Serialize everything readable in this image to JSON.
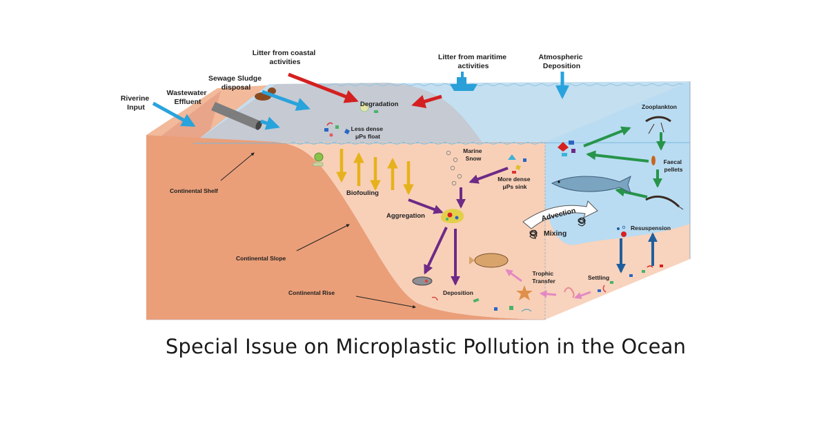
{
  "caption": "Special Issue on Microplastic Pollution in the Ocean",
  "diagram": {
    "labels": {
      "litter_coastal": [
        "Litter from coastal",
        "activities"
      ],
      "litter_maritime": [
        "Litter from maritime",
        "activities"
      ],
      "atmospheric": [
        "Atmospheric",
        "Deposition"
      ],
      "sewage": [
        "Sewage Sludge",
        "disposal"
      ],
      "wastewater": [
        "Wastewater",
        "Effluent"
      ],
      "riverine": [
        "Riverine",
        "Input"
      ],
      "degradation": "Degradation",
      "less_dense": [
        "Less dense",
        "μPs float"
      ],
      "zooplankton": "Zooplankton",
      "faecal": [
        "Faecal",
        "pellets"
      ],
      "marine_snow": [
        "Marine",
        "Snow"
      ],
      "more_dense": [
        "More dense",
        "μPs sink"
      ],
      "biofouling": "Biofouling",
      "aggregation": "Aggregation",
      "advection": "Advection",
      "mixing": "Mixing",
      "resuspension": "Resuspension",
      "continental_shelf": "Continental Shelf",
      "continental_slope": "Continental Slope",
      "continental_rise": "Continental Rise",
      "trophic": [
        "Trophic",
        "Transfer"
      ],
      "settling": "Settling",
      "deposition": "Deposition"
    }
  }
}
